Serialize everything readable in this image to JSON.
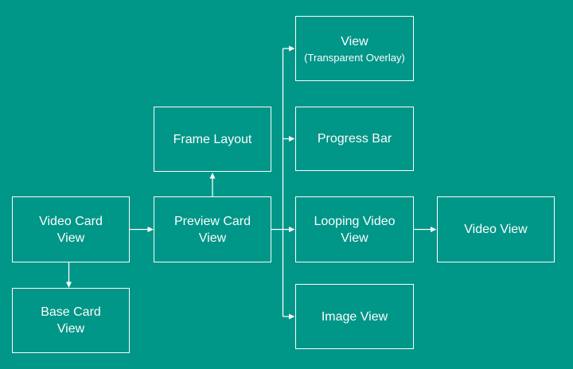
{
  "diagram": {
    "colors": {
      "background": "#009688",
      "line": "#fdfdfd",
      "text": "#fdfdfd"
    },
    "nodes": {
      "video_card_view": {
        "label": "Video Card\nView"
      },
      "base_card_view": {
        "label": "Base Card\nView"
      },
      "preview_card_view": {
        "label": "Preview Card\nView"
      },
      "frame_layout": {
        "label": "Frame Layout"
      },
      "view_overlay": {
        "label": "View",
        "sublabel": "(Transparent Overlay)"
      },
      "progress_bar": {
        "label": "Progress Bar"
      },
      "looping_video_view": {
        "label": "Looping Video\nView"
      },
      "video_view": {
        "label": "Video View"
      },
      "image_view": {
        "label": "Image View"
      }
    },
    "edges": [
      {
        "from": "Video Card View",
        "to": "Preview Card View"
      },
      {
        "from": "Video Card View",
        "to": "Base Card View"
      },
      {
        "from": "Preview Card View",
        "to": "Frame Layout"
      },
      {
        "from": "Preview Card View",
        "to": "View (Transparent Overlay)"
      },
      {
        "from": "Preview Card View",
        "to": "Progress Bar"
      },
      {
        "from": "Preview Card View",
        "to": "Looping Video View"
      },
      {
        "from": "Preview Card View",
        "to": "Image View"
      },
      {
        "from": "Looping Video View",
        "to": "Video View"
      }
    ]
  }
}
